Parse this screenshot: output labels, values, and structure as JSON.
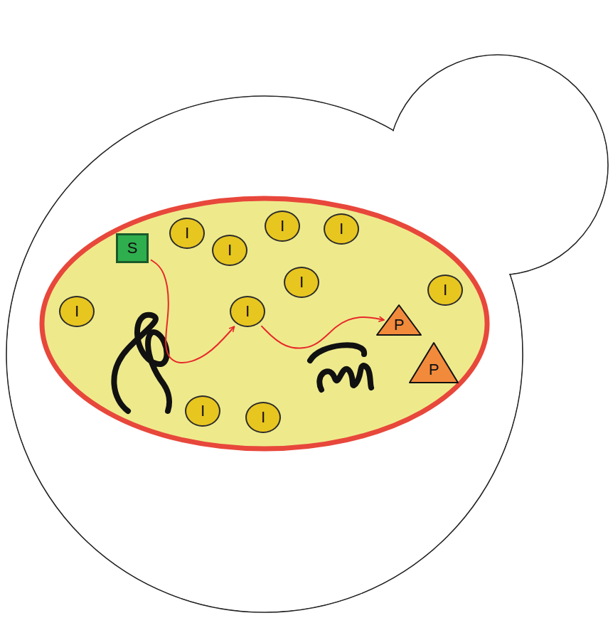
{
  "diagram": {
    "nodes": [
      {
        "text": [
          "S"
        ]
      },
      {
        "text": [
          "I"
        ]
      },
      {
        "text": [
          "I"
        ]
      },
      {
        "text": [
          "I"
        ]
      },
      {
        "text": [
          "I"
        ]
      },
      {
        "text": [
          "I"
        ]
      },
      {
        "text": [
          "I"
        ]
      },
      {
        "text": [
          "I"
        ]
      },
      {
        "text": [
          "I"
        ]
      },
      {
        "text": [
          "P"
        ]
      },
      {
        "text": [
          "P"
        ]
      },
      {
        "text": [
          "I"
        ]
      },
      {
        "text": [
          "I"
        ]
      }
    ],
    "edges": [
      {
        "from": 0,
        "to": 8,
        "arrow": "to"
      },
      {
        "from": 8,
        "to": 9,
        "arrow": "to"
      }
    ]
  }
}
